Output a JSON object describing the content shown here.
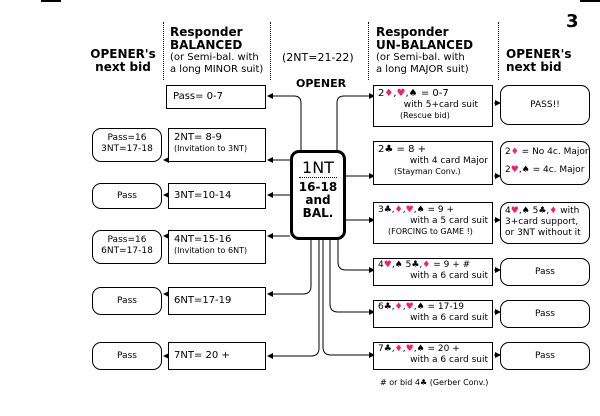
{
  "page_number": "3",
  "headers": {
    "opener_next_left": [
      "OPENER's",
      "next bid"
    ],
    "responder_balanced": {
      "title": [
        "Responder",
        "BALANCED"
      ],
      "sub": [
        "(or Semi-bal. with",
        "a long MINOR suit)"
      ]
    },
    "note_2nt": "(2NT=21-22)",
    "opener": "OPENER",
    "responder_unbalanced": {
      "title": [
        "Responder",
        "UN-BALANCED"
      ],
      "sub": [
        "(or Semi-bal. with",
        "a long MAJOR suit)"
      ]
    },
    "opener_next_right": [
      "OPENER's",
      "next bid"
    ]
  },
  "center": {
    "bid": "1NT",
    "range": "16-18",
    "line3": "and",
    "line4": "BAL."
  },
  "balanced_responses": [
    {
      "bid": "Pass= 0-7",
      "note": "",
      "rebid": []
    },
    {
      "bid": "2NT= 8-9",
      "note": "(Invitation to 3NT)",
      "rebid": [
        "Pass=16",
        "3NT=17-18"
      ]
    },
    {
      "bid": "3NT=10-14",
      "note": "",
      "rebid": [
        "Pass"
      ]
    },
    {
      "bid": "4NT=15-16",
      "note": "(Invitation to 6NT)",
      "rebid": [
        "Pass=16",
        "6NT=17-18"
      ]
    },
    {
      "bid": "6NT=17-19",
      "note": "",
      "rebid": [
        "Pass"
      ]
    },
    {
      "bid": "7NT= 20 +",
      "note": "",
      "rebid": [
        "Pass"
      ]
    }
  ],
  "unbalanced_responses": [
    {
      "line1": [
        "2",
        "♦",
        ",",
        "♥",
        ",♠ = 0-7"
      ],
      "line2": "with 5+card suit",
      "line3": "(Rescue bid)",
      "rebid": [
        "PASS!!"
      ]
    },
    {
      "line1": [
        "2♣ = 8 +"
      ],
      "line2": "with 4 card Major",
      "line3": "(Stayman Conv.)",
      "rebid_rich": [
        [
          "2",
          "♦",
          " = No 4c. Major"
        ],
        [
          "2",
          "♥",
          ",♠ = 4c. Major"
        ]
      ]
    },
    {
      "line1": [
        "3♣,",
        "♦",
        ",",
        "♥",
        ",♠ = 9 +"
      ],
      "line2": "with a 5  card suit",
      "line3": "(FORCING to GAME !)",
      "rebid_rich": [
        [
          "4",
          "♥",
          ",♠  5♣,",
          "♦",
          " with"
        ],
        [
          "3+card support,"
        ],
        [
          "or 3NT without it"
        ]
      ]
    },
    {
      "line1": [
        "4",
        "♥",
        ",♠  5♣,",
        "♦",
        " = 9 + #"
      ],
      "line2": "with a 6 card suit",
      "line3": "",
      "rebid": [
        "Pass"
      ]
    },
    {
      "line1": [
        "6♣,",
        "♦",
        ",",
        "♥",
        ",♠ = 17-19"
      ],
      "line2": "with a 6 card suit",
      "line3": "",
      "rebid": [
        "Pass"
      ]
    },
    {
      "line1": [
        "7♣,",
        "♦",
        ",",
        "♥",
        ",♠ = 20 +"
      ],
      "line2": "with a 6 card suit",
      "line3": "",
      "rebid": [
        "Pass"
      ]
    }
  ],
  "footnote": "# or bid 4♣ (Gerber Conv.)",
  "colors": {
    "red_suit": "#ff1a66",
    "ink": "#000000"
  }
}
